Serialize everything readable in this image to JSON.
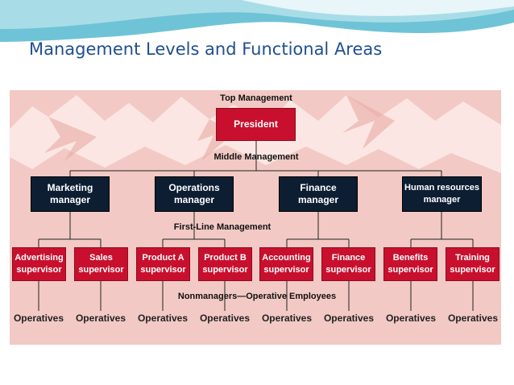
{
  "slide": {
    "title": "Management Levels and Functional Areas"
  },
  "colors": {
    "title": "#1f4f8f",
    "top_banner": "#6fc3d6",
    "diagram_background": "#f2c9c4",
    "mountains": "#fbe6e3",
    "red_box": "#c8102e",
    "navy_box": "#0d1e33"
  },
  "diagram": {
    "levels": {
      "top": "Top Management",
      "middle": "Middle Management",
      "first_line": "First-Line Management",
      "nonmanagers": "Nonmanagers—Operative Employees"
    },
    "president": "President",
    "managers": [
      {
        "label": "Marketing\nmanager"
      },
      {
        "label": "Operations\nmanager"
      },
      {
        "label": "Finance\nmanager"
      },
      {
        "label": "Human resources\nmanager"
      }
    ],
    "supervisors": [
      {
        "label": "Advertising\nsupervisor",
        "manager": 0
      },
      {
        "label": "Sales\nsupervisor",
        "manager": 0
      },
      {
        "label": "Product A\nsupervisor",
        "manager": 1
      },
      {
        "label": "Product B\nsupervisor",
        "manager": 1
      },
      {
        "label": "Accounting\nsupervisor",
        "manager": 2
      },
      {
        "label": "Finance\nsupervisor",
        "manager": 2
      },
      {
        "label": "Benefits\nsupervisor",
        "manager": 3
      },
      {
        "label": "Training\nsupervisor",
        "manager": 3
      }
    ],
    "operatives": [
      "Operatives",
      "Operatives",
      "Operatives",
      "Operatives",
      "Operatives",
      "Operatives",
      "Operatives",
      "Operatives"
    ]
  }
}
